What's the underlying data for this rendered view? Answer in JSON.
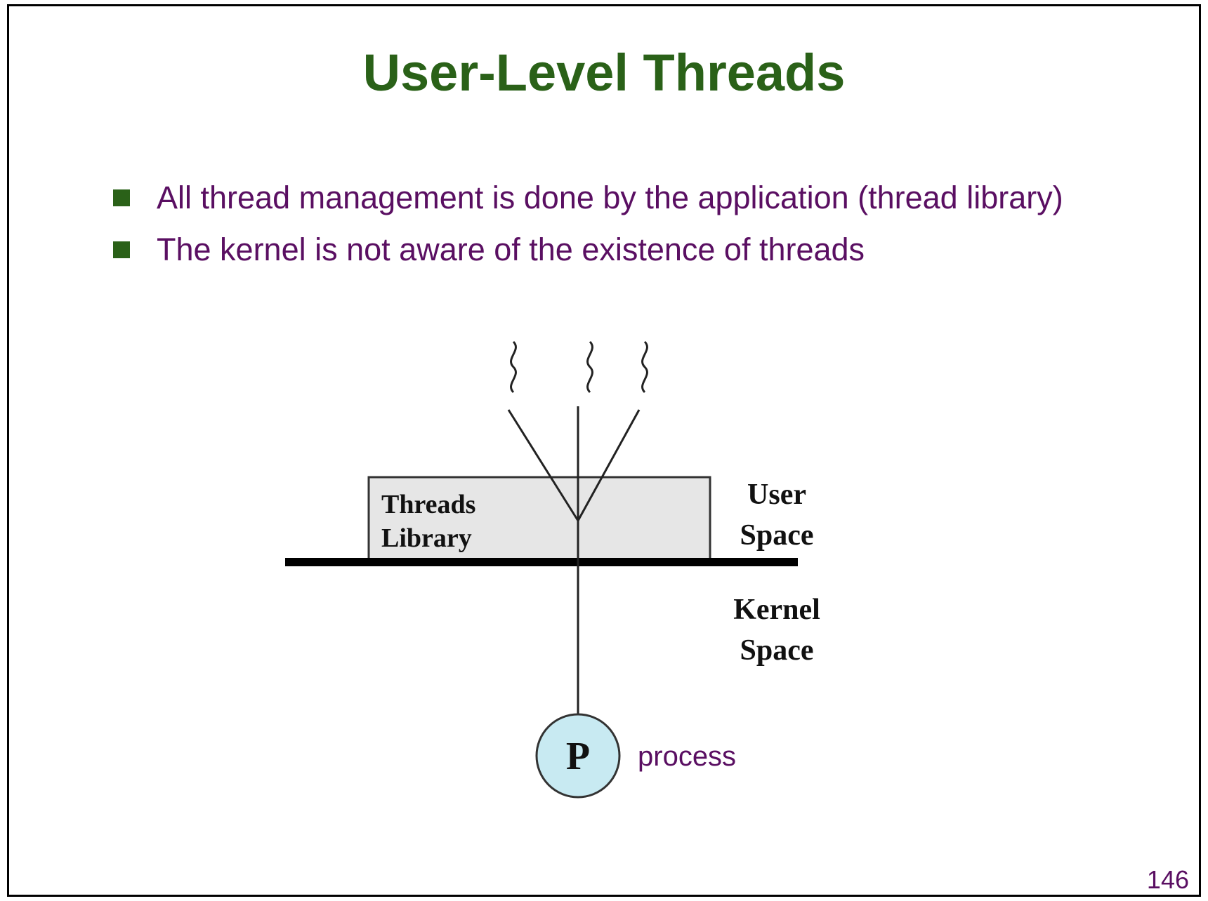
{
  "slide": {
    "title": "User-Level Threads",
    "bullets": [
      "All thread management is done by the application (thread library)",
      "The kernel is not aware of the existence of threads"
    ],
    "page_number": "146"
  },
  "diagram": {
    "library_label_line1": "Threads",
    "library_label_line2": "Library",
    "user_space_line1": "User",
    "user_space_line2": "Space",
    "kernel_space_line1": "Kernel",
    "kernel_space_line2": "Space",
    "process_symbol": "P",
    "process_label": "process",
    "colors": {
      "library_fill": "#e6e6e6",
      "process_fill": "#c8eaf2",
      "title": "#2a6118",
      "text": "#5a0f62"
    }
  }
}
